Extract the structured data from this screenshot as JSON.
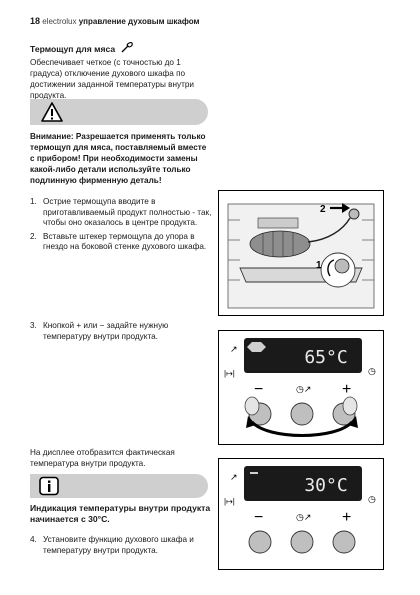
{
  "header": {
    "page_number": "18",
    "brand": "electrolux",
    "section": "управление духовым шкафом"
  },
  "meat_probe": {
    "title": "Термощуп для мяса",
    "icon": "meat-probe-icon",
    "description": "Обеспечивает четкое (с точностью до 1 градуса) отключение духового шкафа по достижении заданной температуры внутри продукта."
  },
  "warning": {
    "icon": "warning-triangle-icon",
    "text": "Внимание: Разрешается применять только термощуп для мяса, поставляемый вместе с прибором! При необходимости замены какой-либо детали используйте только подлинную фирменную деталь!"
  },
  "steps": [
    {
      "number": "1.",
      "text": "Острие термощупа вводите в приготавливаемый продукт полностью - так, чтобы оно оказалось в центре продукта."
    },
    {
      "number": "2.",
      "text": "Вставьте штекер термощупа до упора в гнездо на боковой стенке духового шкафа."
    },
    {
      "number": "3.",
      "text": "Кнопкой + или − задайте нужную температуру внутри продукта."
    }
  ],
  "display_note": "На дисплее отобразится фактическая температура внутри продукта.",
  "info": {
    "icon": "info-icon",
    "text": "Индикация температуры внутри продукта начинается с 30°C."
  },
  "step4": {
    "number": "4.",
    "text": "Установите функцию духового шкафа и температуру внутри продукта."
  },
  "figures": {
    "oven": {
      "callout_1": "1",
      "callout_2": "2"
    },
    "panel_set": {
      "display_value": "65°C",
      "minus": "−",
      "plus": "+"
    },
    "panel_actual": {
      "display_value": "30°C",
      "minus": "−",
      "plus": "+"
    }
  }
}
